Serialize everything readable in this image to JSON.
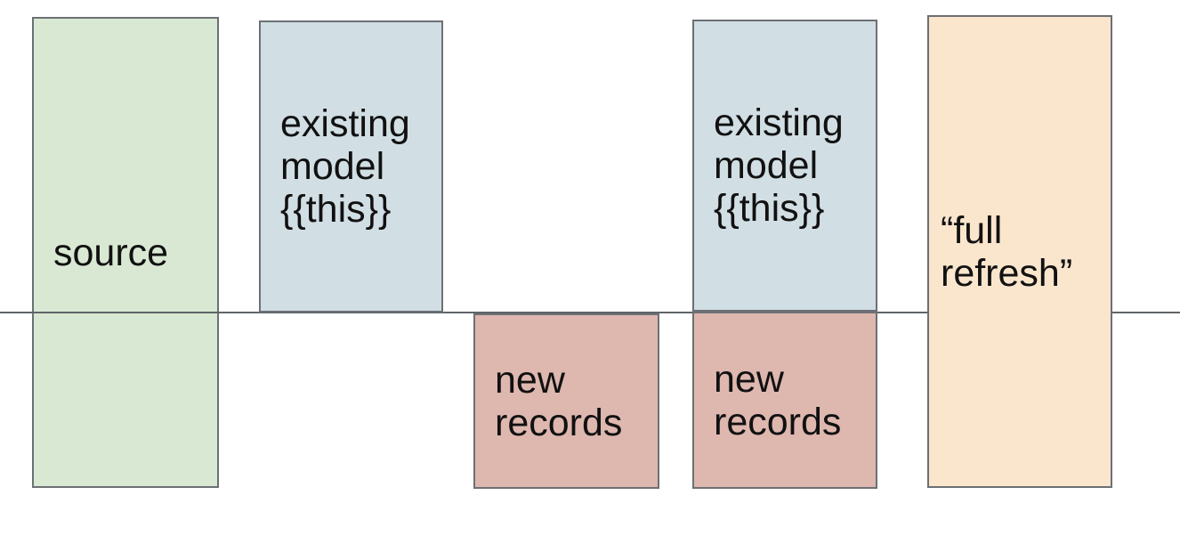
{
  "diagram": {
    "background": "#ffffff",
    "border_color": "#6c7074",
    "divider_color": "#5f6468",
    "text_color": "#111111",
    "boxes": [
      {
        "id": "source",
        "label": "source",
        "fill": "#d9e8d3"
      },
      {
        "id": "existing-model-1",
        "label": "existing\nmodel\n{{this}}",
        "fill": "#d1dee3"
      },
      {
        "id": "new-records-1",
        "label": "new\nrecords",
        "fill": "#deb7af"
      },
      {
        "id": "existing-model-2",
        "label": "existing\nmodel\n{{this}}",
        "fill": "#d1dee3"
      },
      {
        "id": "new-records-2",
        "label": "new\nrecords",
        "fill": "#deb7af"
      },
      {
        "id": "full-refresh",
        "label": "“full\nrefresh”",
        "fill": "#fae5cd"
      }
    ]
  }
}
